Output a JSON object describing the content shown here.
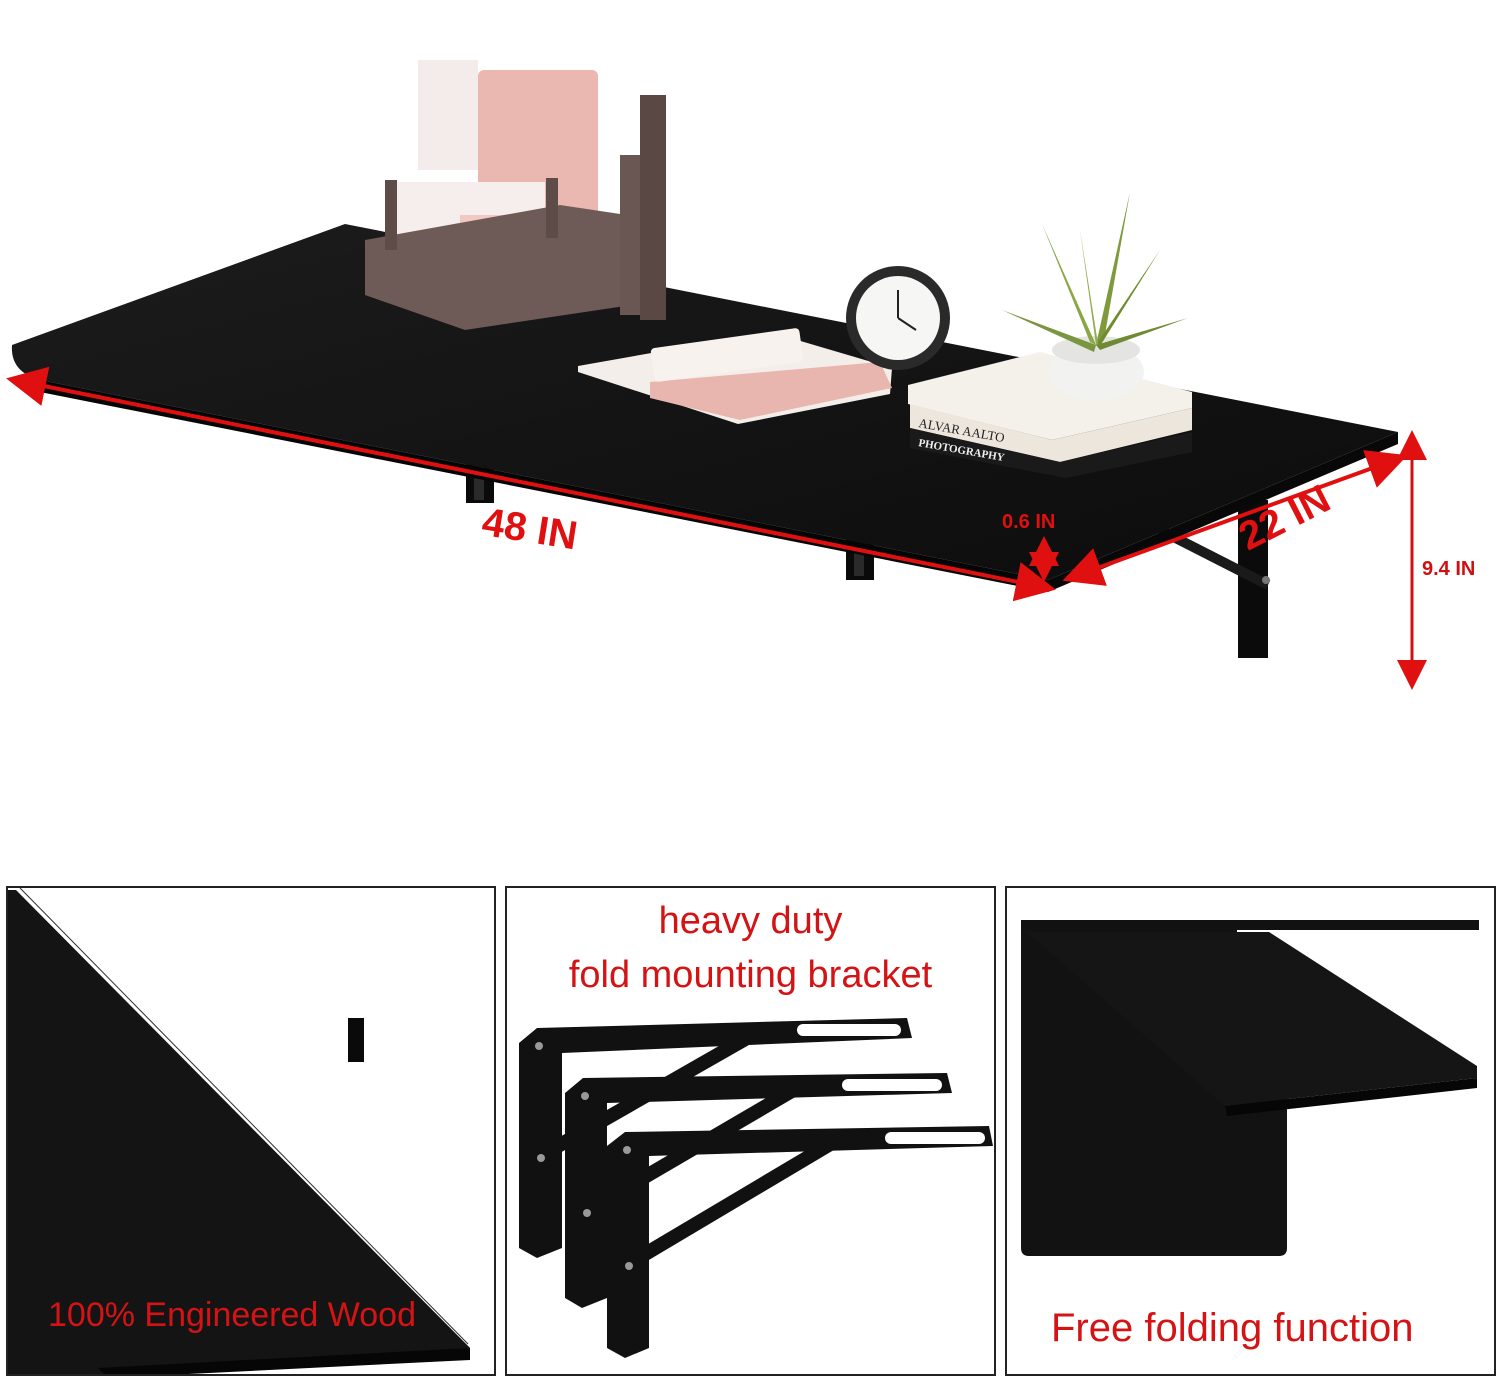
{
  "hero": {
    "dimensions": {
      "width": "48 IN",
      "depth": "22 IN",
      "thickness": "0.6 IN",
      "height": "9.4 IN"
    },
    "decor_text": {
      "book_title_1": "ALVAR AALTO",
      "book_title_2": "PHOTOGRAPHY"
    },
    "colors": {
      "tabletop": "#121212",
      "dimension_lines": "#e01010",
      "organizer": "#6e5a56",
      "notebook": "#e8b6ae"
    }
  },
  "panels": [
    {
      "caption": "100% Engineered Wood"
    },
    {
      "caption": "heavy duty fold mounting bracket"
    },
    {
      "caption": "Free folding function"
    }
  ]
}
